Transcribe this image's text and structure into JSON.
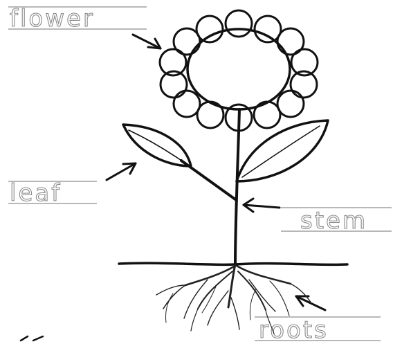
{
  "labels": {
    "flower": "flower",
    "leaf": "leaf",
    "stem": "stem",
    "roots": "roots"
  },
  "colors": {
    "ink": "#111111",
    "trace_text": "#8a8a8a",
    "guide_lines": "#a0a0a0",
    "background": "#ffffff"
  }
}
